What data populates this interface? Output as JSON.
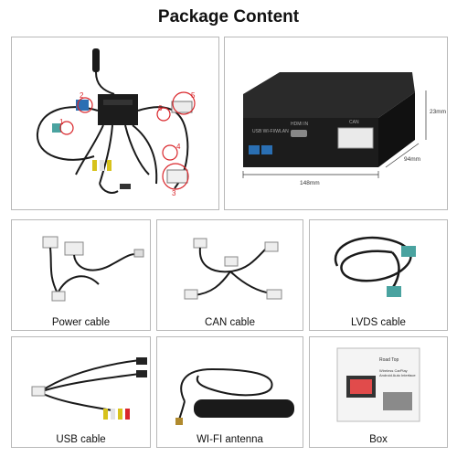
{
  "page": {
    "title": "Package Content"
  },
  "device": {
    "labels": {
      "usb_wifi": "USB  WI-FI/WLAN",
      "hdmi": "HDMI IN",
      "can": "CAN"
    },
    "dims": {
      "length": "148mm",
      "width": "94mm",
      "height": "23mm"
    }
  },
  "callouts": [
    "1",
    "2",
    "3",
    "4",
    "5",
    "6"
  ],
  "items": [
    {
      "caption": "Power cable"
    },
    {
      "caption": "CAN cable"
    },
    {
      "caption": "LVDS cable"
    },
    {
      "caption": "USB cable"
    },
    {
      "caption": "WI-FI antenna"
    },
    {
      "caption": "Box"
    }
  ],
  "box": {
    "brand": "Road Top",
    "subtitle": "Wireless CarPlay Android Auto Interface"
  },
  "colors": {
    "accent": "#d9262b",
    "device": "#1c1c1c",
    "border": "#b8b8b8",
    "cable": "#1a1a1a"
  }
}
